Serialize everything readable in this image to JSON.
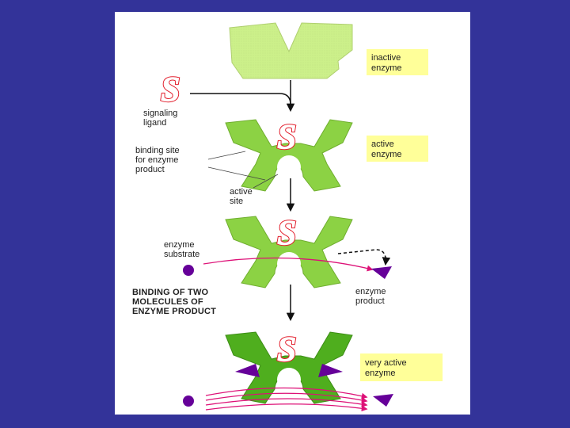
{
  "labels": {
    "inactive_enzyme": [
      "inactive",
      "enzyme"
    ],
    "signaling_ligand": [
      "signaling",
      "ligand"
    ],
    "binding_site": [
      "binding site",
      "for enzyme",
      "product"
    ],
    "active_enzyme": [
      "active",
      "enzyme"
    ],
    "active_site": [
      "active",
      "site"
    ],
    "enzyme_substrate": [
      "enzyme",
      "substrate"
    ],
    "enzyme_product": [
      "enzyme",
      "product"
    ],
    "binding_two": [
      "BINDING OF TWO",
      "MOLECULES OF",
      "ENZYME PRODUCT"
    ],
    "very_active_enzyme": [
      "very active",
      "enzyme"
    ],
    "ligand_letter": "S"
  },
  "colors": {
    "background": "#333399",
    "panel": "#ffffff",
    "label_box": "#ffff99",
    "enzyme_inactive": "#ccf08a",
    "enzyme_active": "#8cd244",
    "enzyme_very_active": "#4fae1e",
    "ligand_red": "#e21c2a",
    "substrate_purple": "#660099",
    "flow_pink": "#dd1177"
  }
}
